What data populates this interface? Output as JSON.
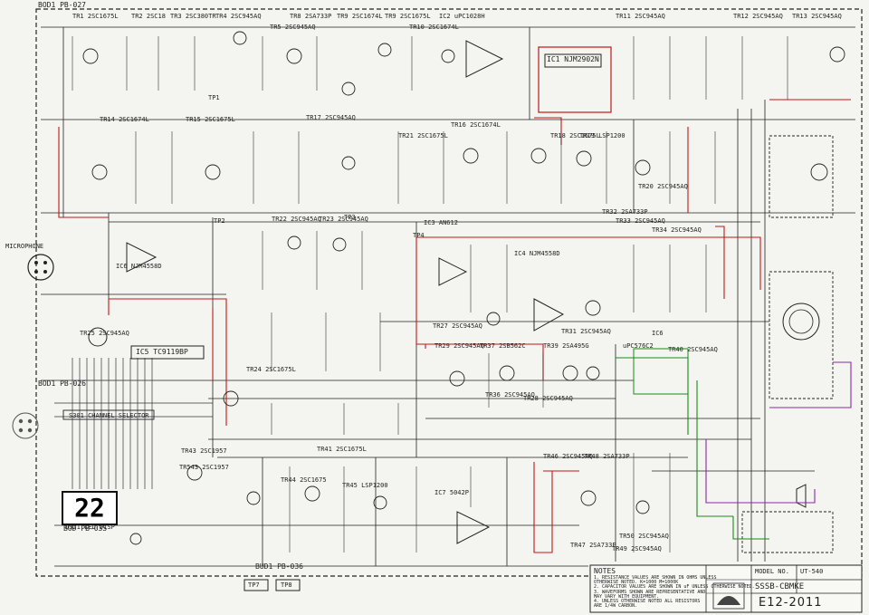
{
  "board_labels": {
    "pb027": "BOD1  PB-027",
    "pb026": "BOD1  PB-026",
    "pb035": "BOD  PB-035",
    "pb036": "BUD1  PB-036"
  },
  "transistors": [
    "TR1 2SC1675L",
    "TR2 2SC18",
    "TR3 2SC380TR",
    "TR4 2SC945AQ",
    "TR5 2SC945AQ",
    "TR8 2SA733P",
    "TR9 2SC1674L",
    "TR9 2SC1675L",
    "IC2 uPC1028H",
    "TR10 2SC1674L",
    "TR11 2SC945AQ",
    "TR12 2SC945AQ",
    "TR13 2SC945AQ",
    "TR14 2SC1674L",
    "TR15 2SC1675L",
    "TR16 2SC1674L",
    "TR17 2SC945AQ",
    "TR18 2SC1675L",
    "TR19 LSP1200",
    "TR20 2SC945AQ",
    "TR21 2SC1675L",
    "TR22 2SC945AQ",
    "TR23 2SC945AQ",
    "TR24 2SC1675L",
    "TR25 2SC945AQ",
    "TR27 2SC945AQ",
    "TR28 2SC945AQ",
    "TR29 2SC945AQ",
    "TR31 2SC945AQ",
    "TR32 2SA733P",
    "TR33 2SC945AQ",
    "TR34 2SC945AQ",
    "TR36 2SC945AQ",
    "TR37 2SB562C",
    "TR39 2SA495G",
    "TR40 2SC945AQ",
    "TR41 2SC1675L",
    "TR43 2SC1957",
    "TR44 2SC1675",
    "TR45 LSP1200",
    "TR46 2SC945AQ",
    "TR47 2SA733P",
    "TR48 2SA733P",
    "TR49 2SC945AQ",
    "TR50 2SC945AQ",
    "TR543 2SC1957"
  ],
  "ics": {
    "ic1": "IC1 NJM2902N",
    "ic3": "IC3 AN612",
    "ic4": "IC4 NJM4558D",
    "ic5": "IC5  TC9119BP",
    "ic6": "IC6 NJM4558D",
    "ic6b": "IC6",
    "ic7": "IC7 5042P",
    "upc": "uPC576C2"
  },
  "connectors": {
    "microphone": "MICROPHONE",
    "channel_selector": "S301  CHANNEL  SELECTOR",
    "tp1": "TP1",
    "tp2": "TP2",
    "tp3": "TP3",
    "tp4": "TP4",
    "tp7": "TP7",
    "tp8": "TP8"
  },
  "display": {
    "digits": "22",
    "label": "D321  LED DISP"
  },
  "notes": {
    "title": "NOTES",
    "lines": [
      "1. RESISTANCE VALUES ARE SHOWN IN OHMS UNLESS",
      "   OTHERWISE NOTED. K=1000 M=1000K",
      "2. CAPACITOR VALUES ARE SHOWN IN uF UNLESS OTHERWISE NOTED.",
      "3. WAVEFORMS SHOWN ARE REPRESENTATIVE AND",
      "   MAY VARY WITH EQUIPMENT.",
      "4. UNLESS OTHERWISE NOTED ALL RESISTORS",
      "   ARE 1/4W CARBON."
    ]
  },
  "title_block": {
    "model_label": "MODEL NO.",
    "model": "UT-540",
    "product": "SSSB-CBMKE",
    "drawing_no": "E12-2011"
  },
  "wires": {
    "red": "#c01818",
    "green": "#1a8a1a",
    "purple": "#8a2aa8",
    "black": "#222222"
  }
}
